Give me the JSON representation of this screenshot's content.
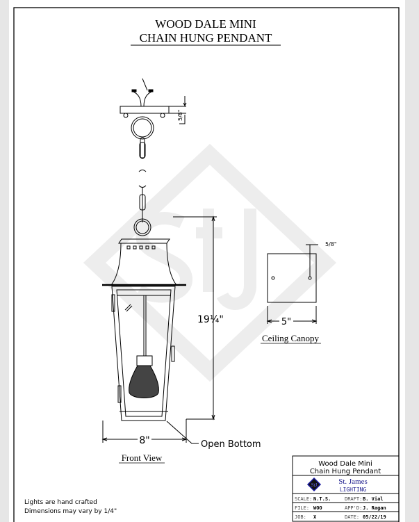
{
  "title": {
    "line1": "WOOD DALE MINI",
    "line2": "CHAIN HUNG PENDANT"
  },
  "front_view": {
    "label": "Front View",
    "height_dim": "19¼\"",
    "width_dim": "8\"",
    "canopy_thickness_dim": "5/8\"",
    "open_bottom_label": "Open Bottom"
  },
  "ceiling_canopy": {
    "label": "Ceiling Canopy",
    "width_dim": "5\"",
    "hole_offset_dim": "5/8\""
  },
  "notes": [
    "Lights are hand crafted",
    "Dimensions may vary by 1/4\""
  ],
  "title_block": {
    "name_line1": "Wood Dale Mini",
    "name_line2": "Chain Hung Pendant",
    "company": "St. James",
    "company_sub": "LIGHTING",
    "logo_text": "StJ",
    "scale_label": "SCALE:",
    "scale": "N.T.S.",
    "draft_label": "DRAFT:",
    "draft": "B. Vial",
    "file_label": "FILE:",
    "file": "WOO",
    "appd_label": "APP'D:",
    "appd": "J. Ragan",
    "job_label": "JOB:",
    "job": "X",
    "date_label": "DATE:",
    "date": "05/22/19"
  },
  "watermark": {
    "text": "StJ"
  },
  "colors": {
    "logo": "#1a1aa0",
    "company_text": "#1a1a8c",
    "watermark": "#ececec"
  }
}
